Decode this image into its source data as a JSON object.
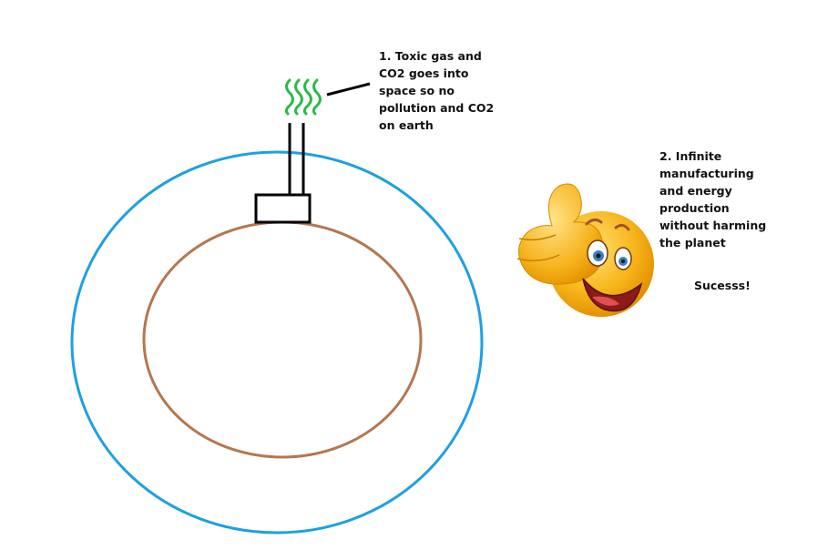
{
  "diagram": {
    "notes": [
      {
        "id": "note1",
        "text": "1. Toxic gas and\nCO2 goes into\nspace so no\npollution and CO2\non earth"
      },
      {
        "id": "note2",
        "text": "2. Infinite\nmanufacturing\nand energy\nproduction\nwithout harming\nthe planet"
      }
    ],
    "success_text": "Sucesss!",
    "colors": {
      "atmosphere": "#1ea0e0",
      "earth": "#b5764f",
      "gas": "#2db84a",
      "stroke": "#000000",
      "emoji_face": "#f7b519"
    },
    "icons": [
      "gas-wave-icon",
      "thumbs-up-emoji-icon"
    ]
  }
}
